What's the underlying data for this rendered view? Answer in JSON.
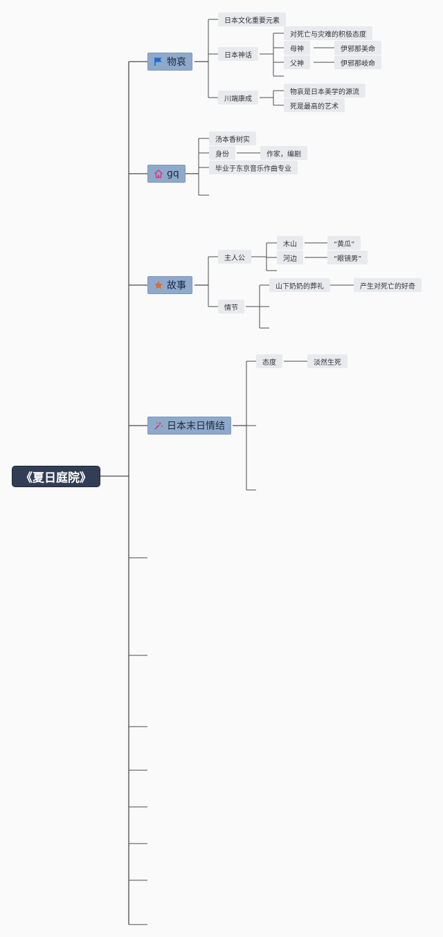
{
  "root": {
    "label": "《夏日庭院》"
  },
  "branches": [
    {
      "label": "物哀",
      "icon": "flag-icon",
      "children": [
        {
          "label": "日本文化重要元素"
        },
        {
          "label": "日本神话",
          "children": [
            {
              "label": "对死亡与灾难的积极态度"
            },
            {
              "label": "母神",
              "children": [
                {
                  "label": "伊邪那美命"
                }
              ]
            },
            {
              "label": "父神",
              "children": [
                {
                  "label": "伊邪那岐命"
                }
              ]
            }
          ]
        },
        {
          "label": "川端康成",
          "children": [
            {
              "label": "物哀是日本美学的源流"
            },
            {
              "label": "死是最高的艺术"
            }
          ]
        }
      ]
    },
    {
      "label": "gq",
      "icon": "home-icon",
      "children": [
        {
          "label": "汤本香树实"
        },
        {
          "label": "身份",
          "children": [
            {
              "label": "作家，编剧"
            }
          ]
        },
        {
          "label": "毕业于东京音乐作曲专业"
        }
      ]
    },
    {
      "label": "故事",
      "icon": "star-icon",
      "children": [
        {
          "label": "主人公",
          "children": [
            {
              "label": "木山",
              "children": [
                {
                  "label": "“黄瓜”"
                }
              ]
            },
            {
              "label": "河边",
              "children": [
                {
                  "label": "“眼镜男”"
                }
              ]
            }
          ]
        },
        {
          "label": "情节",
          "children": [
            {
              "label": "山下奶奶的葬礼",
              "children": [
                {
                  "label": "产生对死亡的好奇"
                }
              ]
            }
          ]
        }
      ]
    },
    {
      "label": "日本末日情结",
      "icon": "sparkle-icon",
      "children": [
        {
          "label": "态度",
          "children": [
            {
              "label": "淡然生死"
            }
          ]
        }
      ]
    }
  ],
  "colors": {
    "root": "#323e55",
    "branch": "#8fa9cb",
    "leaf": "#e8eaee",
    "line": "#4a4a4a"
  }
}
